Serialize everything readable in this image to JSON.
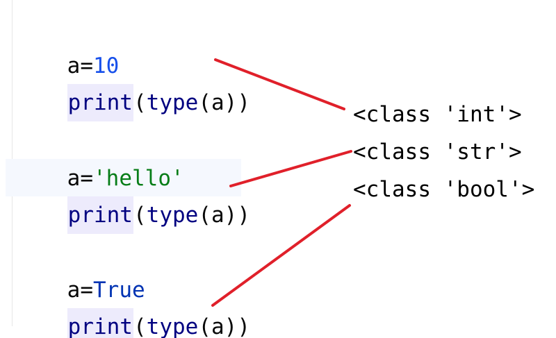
{
  "code": {
    "lines": [
      {
        "var": "a",
        "eq": "=",
        "value": "10",
        "value_kind": "number"
      },
      {
        "fn": "print",
        "open": "(",
        "inner_fn": "type",
        "inner_open": "(",
        "arg": "a",
        "close": "))"
      },
      {
        "var": "a",
        "eq": "=",
        "value": "'hello'",
        "value_kind": "string"
      },
      {
        "fn": "print",
        "open": "(",
        "inner_fn": "type",
        "inner_open": "(",
        "arg": "a",
        "close": "))"
      },
      {
        "var": "a",
        "eq": "=",
        "value": "True",
        "value_kind": "constant"
      },
      {
        "fn": "print",
        "open": "(",
        "inner_fn": "type",
        "inner_open": "(",
        "arg": "a",
        "close": "))"
      }
    ]
  },
  "output": {
    "lines": [
      "<class 'int'>",
      "<class 'str'>",
      "<class 'bool'>"
    ]
  },
  "colors": {
    "arrow": "#e0202a",
    "number": "#1750eb",
    "string": "#067d17",
    "constant": "#0033b3",
    "builtin": "#000080",
    "print_highlight": "#edebfc",
    "current_line": "#f5f8fe"
  }
}
